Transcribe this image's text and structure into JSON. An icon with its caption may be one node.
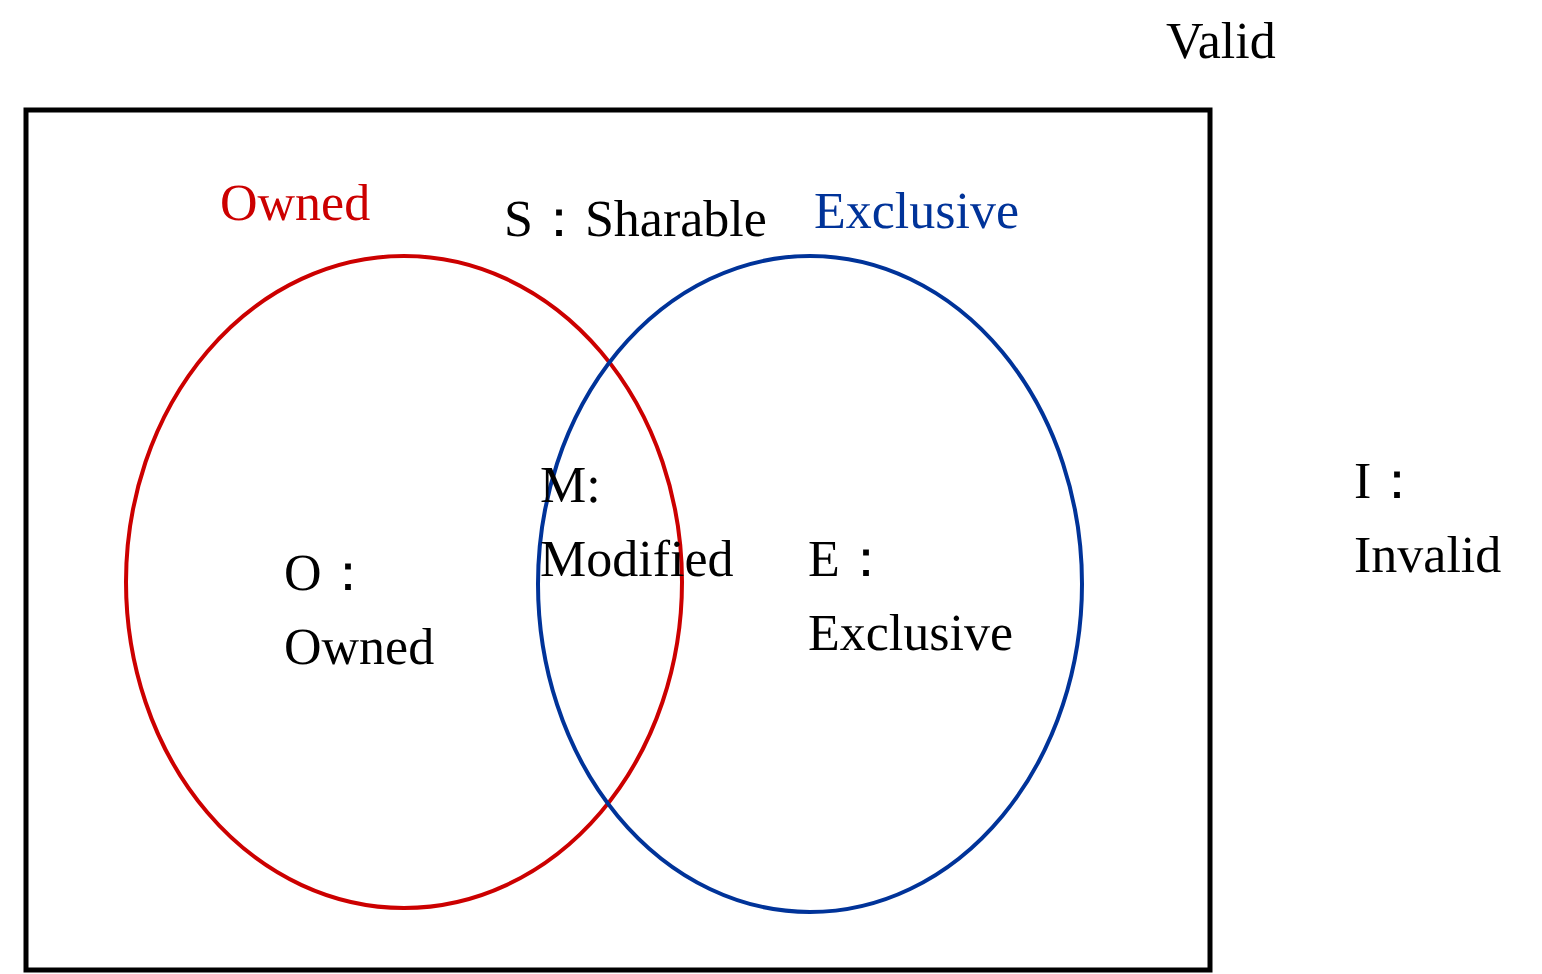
{
  "diagram": {
    "nodes": [
      {
        "text": [
          "Valid",
          "S：Sharable"
        ]
      },
      {
        "text": [
          "Owned",
          "O： Owned"
        ],
        "in": 0
      },
      {
        "text": [
          "Exclusive",
          "E： Exclusive"
        ],
        "in": 0
      }
    ],
    "labels": [
      "M: Modified",
      "I： Invalid"
    ]
  }
}
